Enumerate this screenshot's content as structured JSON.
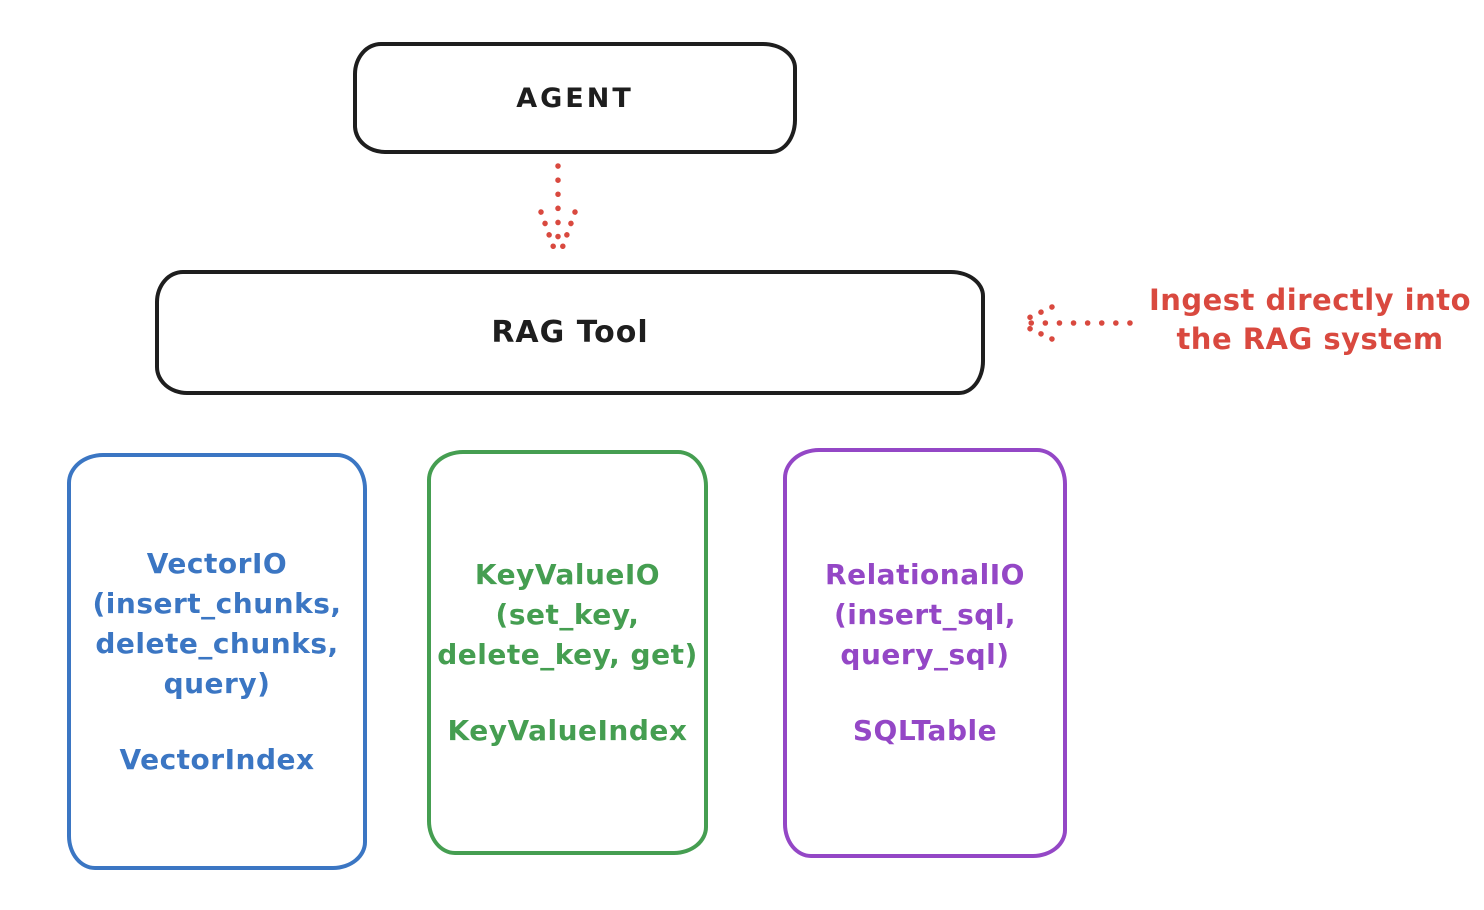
{
  "agent": {
    "label": "AGENT"
  },
  "rag_tool": {
    "label": "RAG Tool"
  },
  "annotation": {
    "line1": "Ingest directly into",
    "line2": "the RAG system"
  },
  "backends": [
    {
      "id": "vector-io",
      "lines": [
        "VectorIO",
        "(insert_chunks,",
        "delete_chunks,",
        "query)"
      ],
      "index_label": "VectorIndex"
    },
    {
      "id": "key-value-io",
      "lines": [
        "KeyValueIO",
        "(set_key,",
        "delete_key, get)"
      ],
      "index_label": "KeyValueIndex"
    },
    {
      "id": "relational-io",
      "lines": [
        "RelationalIO",
        "(insert_sql,",
        "query_sql)"
      ],
      "index_label": "SQLTable"
    }
  ],
  "icons": {
    "agent_to_rag": "dotted-down-arrow-icon",
    "ingest_pointer": "dotted-left-arrow-icon"
  },
  "colors": {
    "ink": "#1e1e1e",
    "red": "#d9493f",
    "blue": "#3b76c3",
    "green": "#459e51",
    "purple": "#9447c6",
    "background": "#ffffff"
  }
}
